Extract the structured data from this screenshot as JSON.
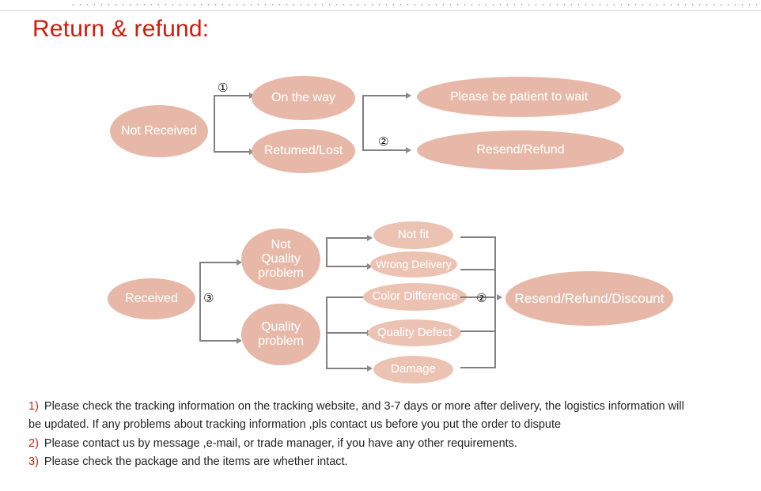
{
  "page": {
    "title": "Return & refund:",
    "title_color": "#d2190c",
    "oval_fill": "#e7b8a7",
    "connector_color": "#808080",
    "background": "#ffffff"
  },
  "flow_not_received": {
    "start": {
      "label": "Not Received"
    },
    "branch_marker": "①",
    "middle": [
      {
        "label": "On the way"
      },
      {
        "label": "Retumed/Lost"
      }
    ],
    "outcome_marker": "②",
    "outcomes": [
      {
        "label": "Please be patient to wait"
      },
      {
        "label": "Resend/Refund"
      }
    ]
  },
  "flow_received": {
    "start": {
      "label": "Received"
    },
    "branch_marker": "③",
    "categories": [
      {
        "label": "Not\nQuality\nproblem"
      },
      {
        "label": "Quality\nproblem"
      }
    ],
    "category_not_quality_lines": [
      "Not",
      "Quality",
      "problem"
    ],
    "category_quality_lines": [
      "Quality",
      "problem"
    ],
    "reasons": [
      {
        "label": "Not fit"
      },
      {
        "label": "Wrong Delivery"
      },
      {
        "label": "Color Difference"
      },
      {
        "label": "Quality Defect"
      },
      {
        "label": "Damage"
      }
    ],
    "outcome_marker": "②",
    "outcome": {
      "label": "Resend/Refund/Discount"
    }
  },
  "notes": [
    {
      "marker": "1)",
      "text": "Please check the tracking information on the tracking website, and 3-7 days or more after delivery, the logistics information will",
      "continuation": "be updated. If any problems about tracking information ,pls contact us before you put the order to dispute"
    },
    {
      "marker": "2)",
      "text": "Please contact us by message ,e-mail, or trade manager, if you have any other requirements.",
      "continuation": ""
    },
    {
      "marker": "3)",
      "text": "Please check the package and the items are whether intact.",
      "continuation": ""
    }
  ]
}
